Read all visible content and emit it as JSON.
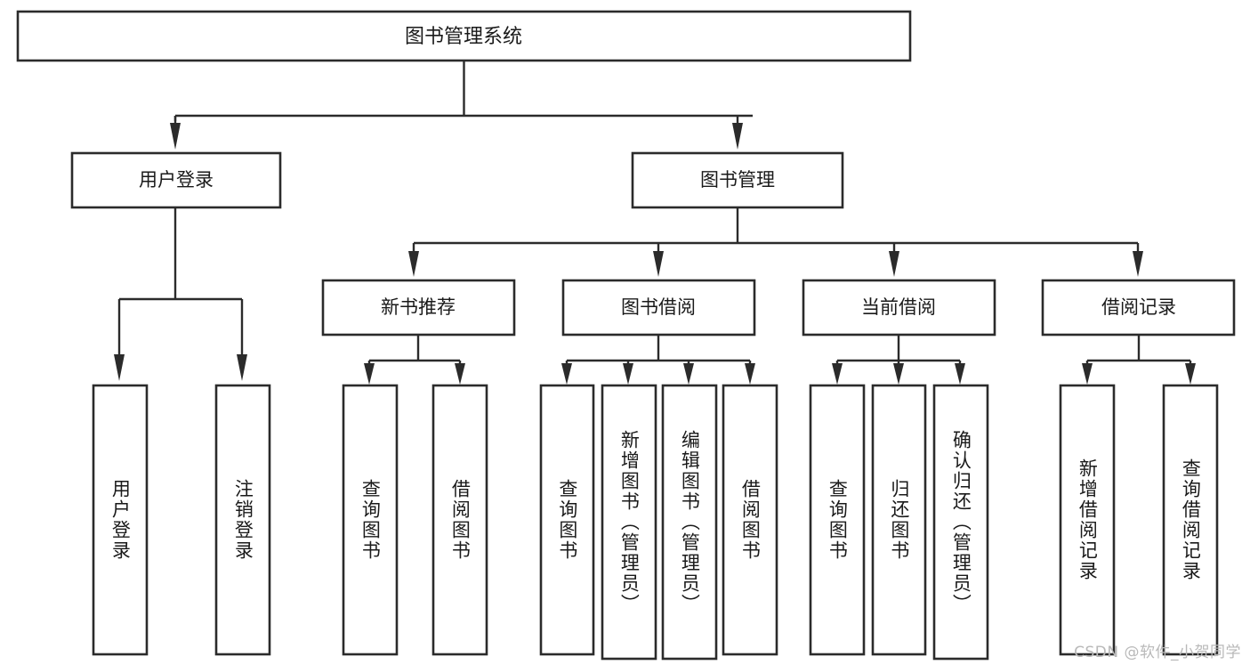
{
  "diagram": {
    "title": "图书管理系统",
    "watermark": "CSDN @软件_小贺同学",
    "colors": {
      "stroke": "#2b2b2b",
      "fill": "#ffffff",
      "text": "#1a1a1a",
      "watermark": "#b9b9b9",
      "background": "#ffffff"
    },
    "root": {
      "label": "图书管理系统"
    },
    "level2": [
      {
        "label": "用户登录"
      },
      {
        "label": "图书管理"
      }
    ],
    "level3": [
      {
        "label": "新书推荐"
      },
      {
        "label": "图书借阅"
      },
      {
        "label": "当前借阅"
      },
      {
        "label": "借阅记录"
      }
    ],
    "leaves": {
      "user_login": [
        {
          "label": "用户登录"
        },
        {
          "label": "注销登录"
        }
      ],
      "new_book_recommend": [
        {
          "label": "查询图书"
        },
        {
          "label": "借阅图书"
        }
      ],
      "book_borrow": [
        {
          "label": "查询图书"
        },
        {
          "label": "新增图书（管理员）"
        },
        {
          "label": "编辑图书（管理员）"
        },
        {
          "label": "借阅图书"
        }
      ],
      "current_borrow": [
        {
          "label": "查询图书"
        },
        {
          "label": "归还图书"
        },
        {
          "label": "确认归还（管理员）"
        }
      ],
      "borrow_record": [
        {
          "label": "新增借阅记录"
        },
        {
          "label": "查询借阅记录"
        }
      ]
    }
  },
  "chart_data": {
    "type": "diagram",
    "subtype": "tree-hierarchy",
    "title": "图书管理系统",
    "orientation": "top-down",
    "nodes": [
      {
        "id": "root",
        "label": "图书管理系统",
        "level": 0
      },
      {
        "id": "n1",
        "label": "用户登录",
        "level": 1
      },
      {
        "id": "n2",
        "label": "图书管理",
        "level": 1
      },
      {
        "id": "n1a",
        "label": "用户登录",
        "level": 2
      },
      {
        "id": "n1b",
        "label": "注销登录",
        "level": 2
      },
      {
        "id": "n2a",
        "label": "新书推荐",
        "level": 2
      },
      {
        "id": "n2b",
        "label": "图书借阅",
        "level": 2
      },
      {
        "id": "n2c",
        "label": "当前借阅",
        "level": 2
      },
      {
        "id": "n2d",
        "label": "借阅记录",
        "level": 2
      },
      {
        "id": "n2a1",
        "label": "查询图书",
        "level": 3
      },
      {
        "id": "n2a2",
        "label": "借阅图书",
        "level": 3
      },
      {
        "id": "n2b1",
        "label": "查询图书",
        "level": 3
      },
      {
        "id": "n2b2",
        "label": "新增图书（管理员）",
        "level": 3
      },
      {
        "id": "n2b3",
        "label": "编辑图书（管理员）",
        "level": 3
      },
      {
        "id": "n2b4",
        "label": "借阅图书",
        "level": 3
      },
      {
        "id": "n2c1",
        "label": "查询图书",
        "level": 3
      },
      {
        "id": "n2c2",
        "label": "归还图书",
        "level": 3
      },
      {
        "id": "n2c3",
        "label": "确认归还（管理员）",
        "level": 3
      },
      {
        "id": "n2d1",
        "label": "新增借阅记录",
        "level": 3
      },
      {
        "id": "n2d2",
        "label": "查询借阅记录",
        "level": 3
      }
    ],
    "edges": [
      {
        "from": "root",
        "to": "n1"
      },
      {
        "from": "root",
        "to": "n2"
      },
      {
        "from": "n1",
        "to": "n1a"
      },
      {
        "from": "n1",
        "to": "n1b"
      },
      {
        "from": "n2",
        "to": "n2a"
      },
      {
        "from": "n2",
        "to": "n2b"
      },
      {
        "from": "n2",
        "to": "n2c"
      },
      {
        "from": "n2",
        "to": "n2d"
      },
      {
        "from": "n2a",
        "to": "n2a1"
      },
      {
        "from": "n2a",
        "to": "n2a2"
      },
      {
        "from": "n2b",
        "to": "n2b1"
      },
      {
        "from": "n2b",
        "to": "n2b2"
      },
      {
        "from": "n2b",
        "to": "n2b3"
      },
      {
        "from": "n2b",
        "to": "n2b4"
      },
      {
        "from": "n2c",
        "to": "n2c1"
      },
      {
        "from": "n2c",
        "to": "n2c2"
      },
      {
        "from": "n2c",
        "to": "n2c3"
      },
      {
        "from": "n2d",
        "to": "n2d1"
      },
      {
        "from": "n2d",
        "to": "n2d2"
      }
    ]
  }
}
